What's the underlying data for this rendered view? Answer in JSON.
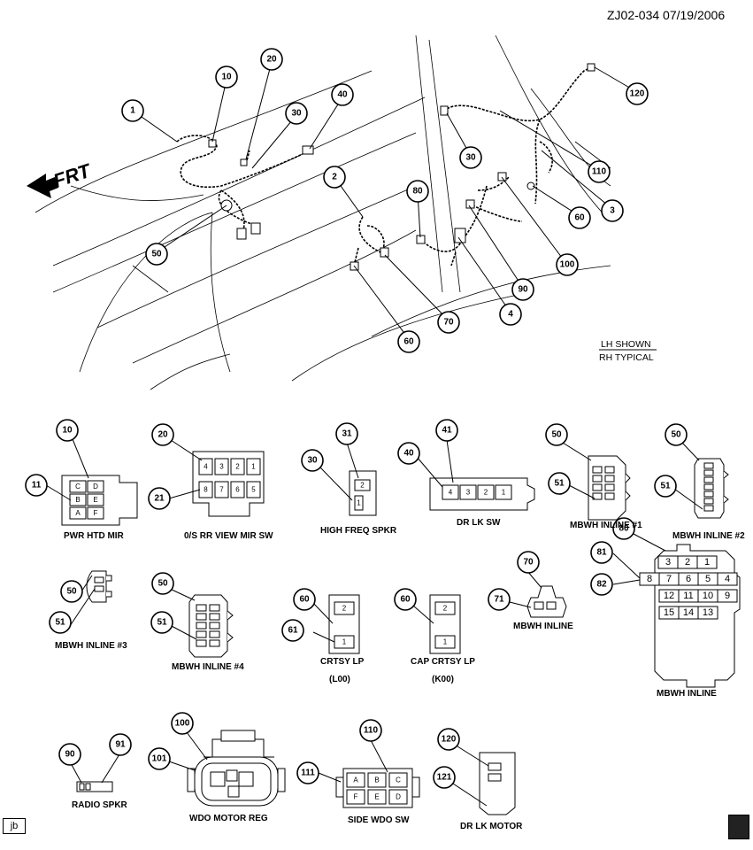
{
  "header": {
    "code": "ZJ02-034  07/19/2006"
  },
  "overview": {
    "frt_label": "FRT",
    "note_line1": "LH SHOWN",
    "note_line2": "RH TYPICAL",
    "callouts": [
      "1",
      "10",
      "20",
      "30",
      "40",
      "50",
      "2",
      "80",
      "60",
      "70",
      "4",
      "90",
      "100",
      "30",
      "110",
      "120",
      "3",
      "60"
    ]
  },
  "connectors": [
    {
      "id": "pwr-htd-mir",
      "caption": "PWR HTD MIR",
      "callouts": [
        "10",
        "11"
      ],
      "pins": [
        "C",
        "D",
        "B",
        "E",
        "A",
        "F"
      ]
    },
    {
      "id": "os-rr-view-mir-sw",
      "caption": "0/S RR VIEW MIR SW",
      "callouts": [
        "20",
        "21"
      ],
      "pins": [
        "4",
        "3",
        "2",
        "1",
        "8",
        "7",
        "6",
        "5"
      ]
    },
    {
      "id": "high-freq-spkr",
      "caption": "HIGH FREQ SPKR",
      "callouts": [
        "31",
        "30"
      ],
      "pins": [
        "2",
        "1"
      ]
    },
    {
      "id": "dr-lk-sw",
      "caption": "DR LK SW",
      "callouts": [
        "41",
        "40"
      ],
      "pins": [
        "4",
        "3",
        "2",
        "1"
      ]
    },
    {
      "id": "mbwh-inline-1",
      "caption": "MBWH INLINE #1",
      "callouts": [
        "50",
        "51"
      ]
    },
    {
      "id": "mbwh-inline-2",
      "caption": "MBWH INLINE #2",
      "callouts": [
        "50",
        "51"
      ]
    },
    {
      "id": "mbwh-inline-3",
      "caption": "MBWH INLINE #3",
      "callouts": [
        "50",
        "51"
      ]
    },
    {
      "id": "mbwh-inline-4",
      "caption": "MBWH INLINE #4",
      "callouts": [
        "50",
        "51"
      ]
    },
    {
      "id": "crtsy-lp",
      "caption": "CRTSY LP",
      "sub": "(L00)",
      "callouts": [
        "60",
        "61"
      ],
      "pins": [
        "2",
        "1"
      ]
    },
    {
      "id": "cap-crtsy-lp",
      "caption": "CAP CRTSY LP",
      "sub": "(K00)",
      "callouts": [
        "60"
      ],
      "pins": [
        "2",
        "1"
      ]
    },
    {
      "id": "mbwh-inline-70",
      "caption": "MBWH INLINE",
      "callouts": [
        "70",
        "71"
      ]
    },
    {
      "id": "mbwh-inline-80",
      "caption": "MBWH INLINE",
      "callouts": [
        "80",
        "81",
        "82"
      ],
      "pins": [
        "3",
        "2",
        "1",
        "8",
        "7",
        "6",
        "5",
        "4",
        "12",
        "11",
        "10",
        "9",
        "15",
        "14",
        "13"
      ]
    },
    {
      "id": "radio-spkr",
      "caption": "RADIO SPKR",
      "callouts": [
        "90",
        "91"
      ]
    },
    {
      "id": "wdo-motor-reg",
      "caption": "WDO MOTOR REG",
      "callouts": [
        "100",
        "101"
      ]
    },
    {
      "id": "side-wdo-sw",
      "caption": "SIDE WDO SW",
      "callouts": [
        "110",
        "111"
      ],
      "pins": [
        "A",
        "B",
        "C",
        "F",
        "E",
        "D"
      ]
    },
    {
      "id": "dr-lk-motor",
      "caption": "DR LK MOTOR",
      "callouts": [
        "120",
        "121"
      ]
    }
  ],
  "footer": {
    "jb_label": "jb"
  }
}
